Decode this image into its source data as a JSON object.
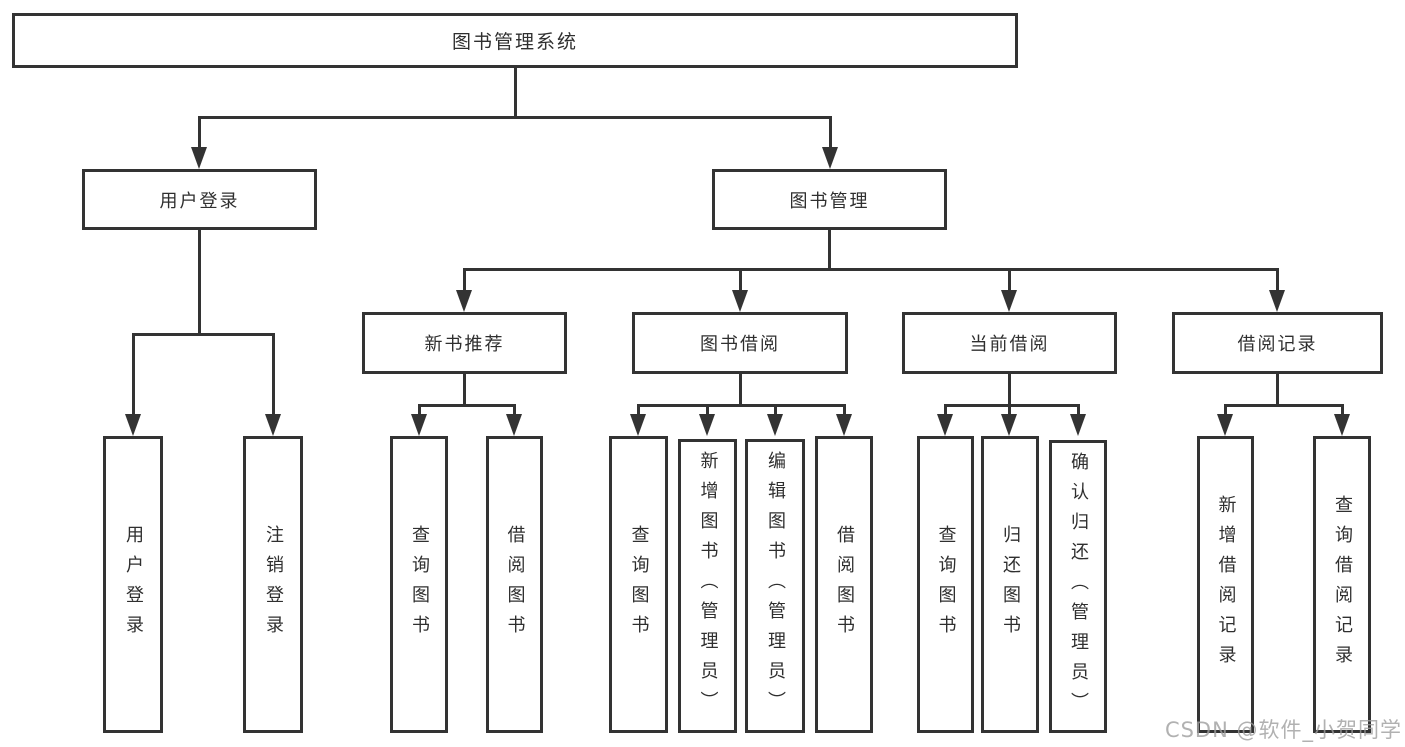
{
  "colors": {
    "background": "#ffffff",
    "line": "#333333",
    "box_border": "#333333",
    "box_fill": "#ffffff",
    "text": "#2f2f2f",
    "watermark": "#9e9e9e"
  },
  "watermark": {
    "text": "CSDN @软件_小贺同学"
  },
  "diagram": {
    "root": {
      "label": "图书管理系统"
    },
    "tree": [
      {
        "label": "用户登录",
        "children": [
          {
            "label": "用户登录"
          },
          {
            "label": "注销登录"
          }
        ]
      },
      {
        "label": "图书管理",
        "children": [
          {
            "label": "新书推荐",
            "children": [
              {
                "label": "查询图书"
              },
              {
                "label": "借阅图书"
              }
            ]
          },
          {
            "label": "图书借阅",
            "children": [
              {
                "label": "查询图书"
              },
              {
                "label": "新增图书（管理员）"
              },
              {
                "label": "编辑图书（管理员）"
              },
              {
                "label": "借阅图书"
              }
            ]
          },
          {
            "label": "当前借阅",
            "children": [
              {
                "label": "查询图书"
              },
              {
                "label": "归还图书"
              },
              {
                "label": "确认归还（管理员）"
              }
            ]
          },
          {
            "label": "借阅记录",
            "children": [
              {
                "label": "新增借阅记录"
              },
              {
                "label": "查询借阅记录"
              }
            ]
          }
        ]
      }
    ]
  }
}
